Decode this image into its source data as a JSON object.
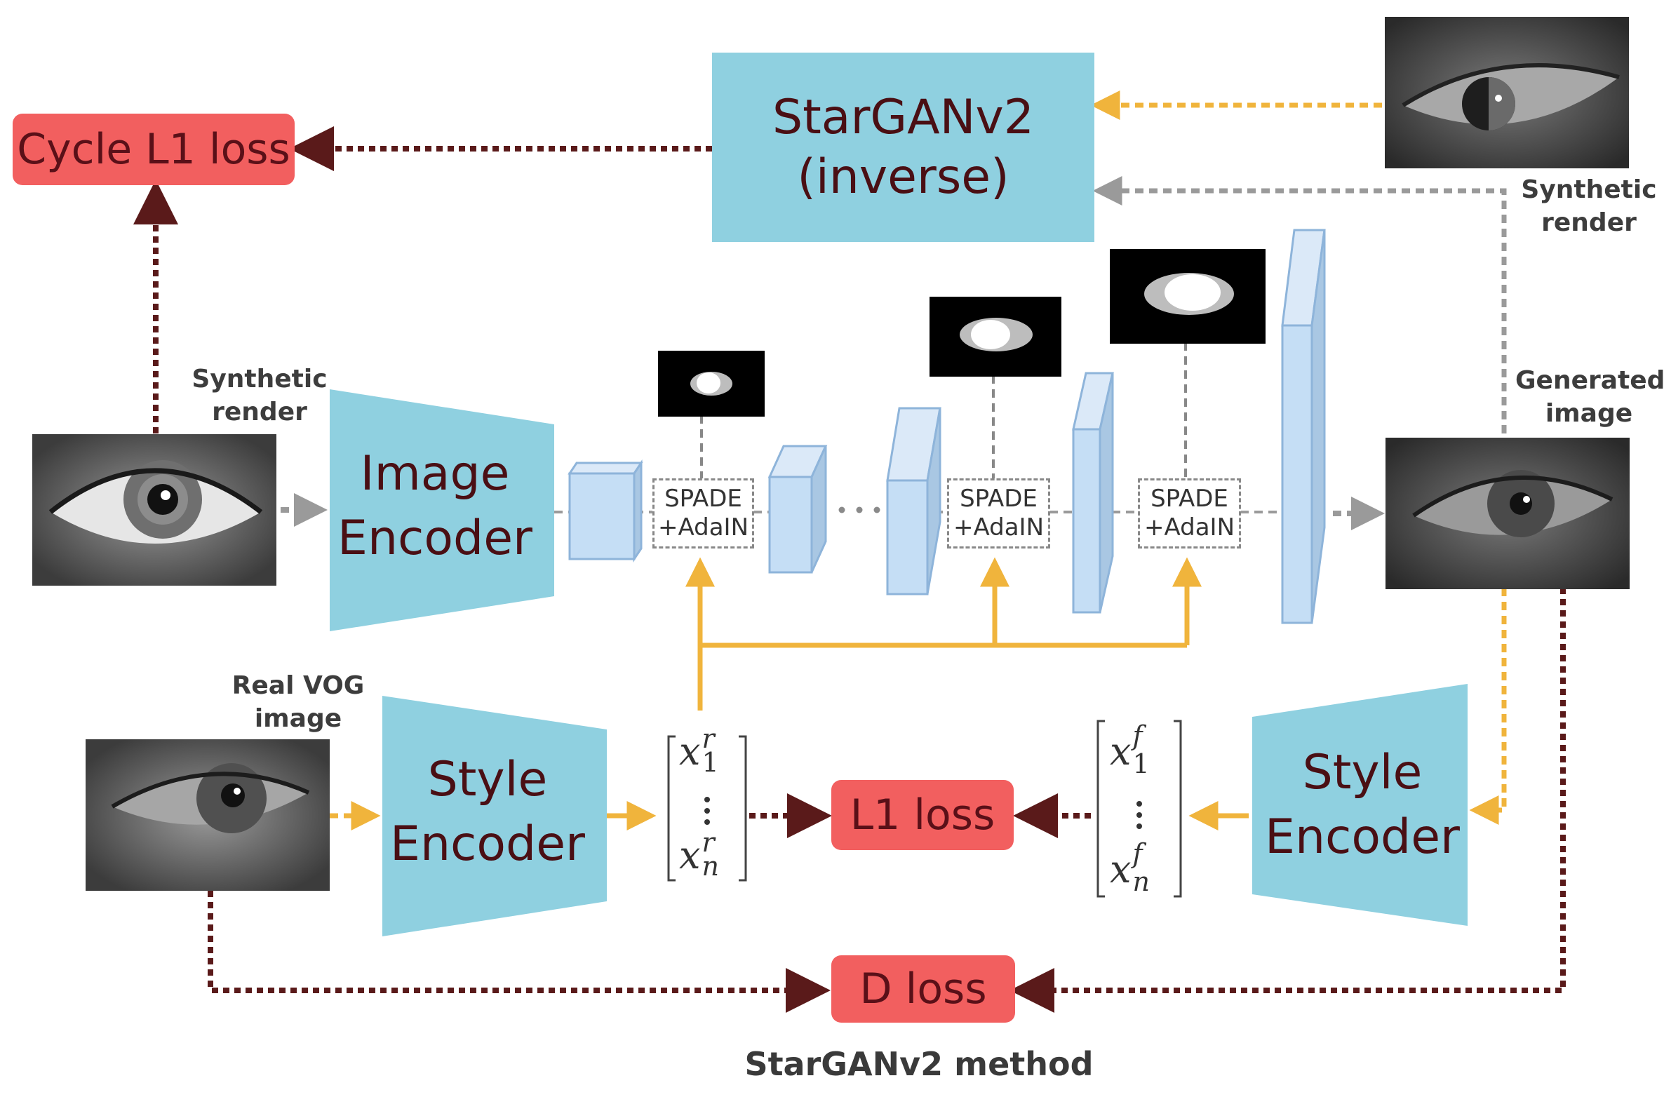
{
  "title": "StarGANv2 method",
  "cycle_loss": "Cycle L1 loss",
  "stargan_inverse": {
    "line1": "StarGANv2",
    "line2": "(inverse)"
  },
  "l1_loss": "L1 loss",
  "d_loss": "D loss",
  "image_encoder": {
    "line1": "Image",
    "line2": "Encoder"
  },
  "style_encoder_left": {
    "line1": "Style",
    "line2": "Encoder"
  },
  "style_encoder_right": {
    "line1": "Style",
    "line2": "Encoder"
  },
  "spade_blocks": [
    {
      "line1": "SPADE",
      "line2": "+AdaIN"
    },
    {
      "line1": "SPADE",
      "line2": "+AdaIN"
    },
    {
      "line1": "SPADE",
      "line2": "+AdaIN"
    }
  ],
  "labels": {
    "synthetic_render_left": {
      "line1": "Synthetic",
      "line2": "render"
    },
    "synthetic_render_right": {
      "line1": "Synthetic",
      "line2": "render"
    },
    "generated_image": {
      "line1": "Generated",
      "line2": "image"
    },
    "real_vog_image": {
      "line1": "Real VOG",
      "line2": "image"
    }
  },
  "style_vectors": {
    "real": {
      "top": "x",
      "top_sub": "1",
      "top_sup": "r",
      "bottom": "x",
      "bottom_sub": "n",
      "bottom_sup": "r"
    },
    "fake": {
      "top": "x",
      "top_sub": "1",
      "top_sup": "f",
      "bottom": "x",
      "bottom_sub": "n",
      "bottom_sup": "f"
    }
  },
  "colors": {
    "teal_block": "#8fd0e0",
    "loss_box": "#f25f5f",
    "style_arrow": "#f0b43c",
    "loss_arrow": "#5a1a1a",
    "flow_arrow": "#9a9a9a",
    "feature_block": "#c5def5"
  }
}
